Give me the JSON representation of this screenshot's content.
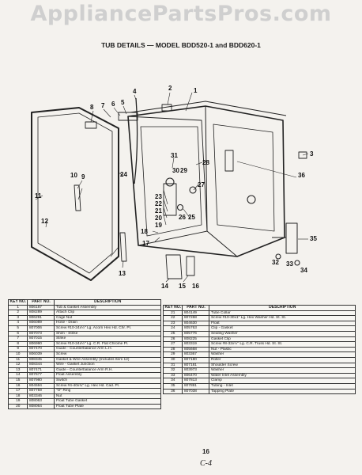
{
  "watermark": "AppliancePartsPros.com",
  "title": "TUB DETAILS — MODEL BDD520-1 and BDD620-1",
  "page_number": "16",
  "handwritten_mark": "C-4",
  "callouts": [
    "1",
    "2",
    "3",
    "4",
    "5",
    "6",
    "7",
    "8",
    "9",
    "10",
    "11",
    "12",
    "13",
    "14",
    "15",
    "16",
    "17",
    "18",
    "19",
    "20",
    "21",
    "22",
    "23",
    "24",
    "25",
    "26",
    "27",
    "28",
    "29",
    "30",
    "31",
    "32",
    "33",
    "34",
    "35",
    "36"
  ],
  "table_headers": {
    "key": "KEY NO.",
    "part": "PART NO.",
    "description": "DESCRIPTION"
  },
  "parts_left": [
    {
      "key": "1",
      "part": "806187",
      "desc": "Tub & Gasket Assembly"
    },
    {
      "key": "2",
      "part": "808289",
      "desc": "Attach Clip"
    },
    {
      "key": "3",
      "part": "806291",
      "desc": "Cage Nut"
    },
    {
      "key": "4",
      "part": "806089",
      "desc": "Hose - Drain"
    },
    {
      "key": "5",
      "part": "807006",
      "desc": "Screw #10-24x½\" Lg. Acorn Hex Hd. Chr. Pl."
    },
    {
      "key": "6",
      "part": "807073",
      "desc": "Shim - Strike"
    },
    {
      "key": "7",
      "part": "807015",
      "desc": "Strike"
    },
    {
      "key": "8",
      "part": "806990",
      "desc": "Screw #10-24x½\" Lg. C.R. Flat Chrome Pl."
    },
    {
      "key": "9",
      "part": "807470",
      "desc": "Guide - Counterbalance Arm L.H."
    },
    {
      "key": "10",
      "part": "806039",
      "desc": "Screw"
    },
    {
      "key": "11",
      "part": "808345",
      "desc": "Gasket & Wire Assembly (Includes Item 12)"
    },
    {
      "key": "12",
      "part": "808344",
      "desc": "Wire - Gasket Junction"
    },
    {
      "key": "13",
      "part": "807471",
      "desc": "Guide - Counterbalance Arm R.H."
    },
    {
      "key": "14",
      "part": "807677",
      "desc": "Float Assembly"
    },
    {
      "key": "15",
      "part": "807980",
      "desc": "Switch"
    },
    {
      "key": "16",
      "part": "804594",
      "desc": "Screw #4-40x¾\" Lg. Hex Hd. Cad. Pl."
    },
    {
      "key": "17",
      "part": "807759",
      "desc": "\"O\" Ring"
    },
    {
      "key": "18",
      "part": "803346",
      "desc": "Nut"
    },
    {
      "key": "19",
      "part": "808063",
      "desc": "Float Tube Gasket"
    },
    {
      "key": "20",
      "part": "808064",
      "desc": "Float Tube Plate"
    }
  ],
  "parts_right": [
    {
      "key": "21",
      "part": "804149",
      "desc": "Tube Collar"
    },
    {
      "key": "22",
      "part": "807268",
      "desc": "Screw #10-30x1\" Lg. Hex Washer Hd. St. St."
    },
    {
      "key": "23",
      "part": "804630",
      "desc": "Float"
    },
    {
      "key": "24",
      "part": "805763",
      "desc": "Clip - Gasket"
    },
    {
      "key": "25",
      "part": "805776",
      "desc": "Sealing Washer"
    },
    {
      "key": "26",
      "part": "808225",
      "desc": "Gasket Clip"
    },
    {
      "key": "27",
      "part": "803319",
      "desc": "Screw #8-32x½\" Lg. C.R. Truss Hd. St. St."
    },
    {
      "key": "28",
      "part": "805668",
      "desc": "Nut - Plastic"
    },
    {
      "key": "29",
      "part": "803367",
      "desc": "Washer"
    },
    {
      "key": "30",
      "part": "807180",
      "desc": "Roller"
    },
    {
      "key": "31",
      "part": "807181",
      "desc": "Shoulder Screw"
    },
    {
      "key": "32",
      "part": "803973",
      "desc": "Washer"
    },
    {
      "key": "33",
      "part": "806470",
      "desc": "Water Inlet Assembly"
    },
    {
      "key": "34",
      "part": "807813",
      "desc": "Clamp"
    },
    {
      "key": "35",
      "part": "807891",
      "desc": "Tubing - Inlet"
    },
    {
      "key": "36",
      "part": "807038",
      "desc": "Tapping Plate"
    }
  ]
}
